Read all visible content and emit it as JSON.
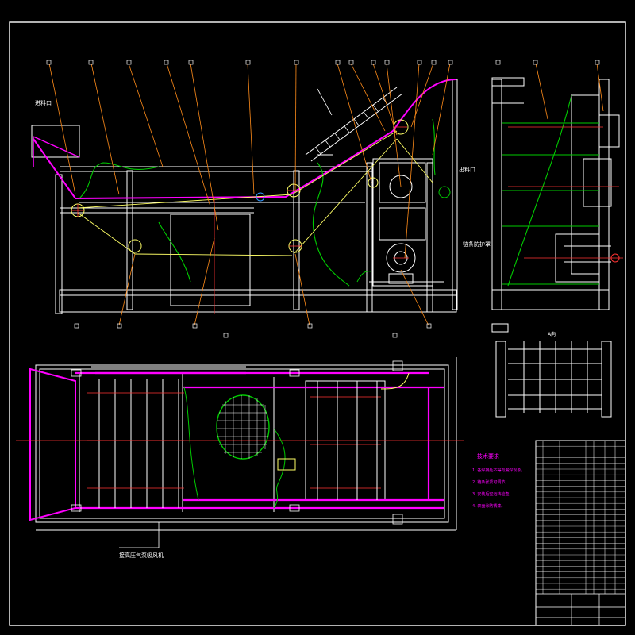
{
  "colors": {
    "background": "#000000",
    "frame": "#ffffff",
    "leader": "#ff8c1a",
    "belt": "#ff00ff",
    "contour": "#00cc00",
    "chain": "#ffff66",
    "shaft": "#ff3333",
    "accent_blue": "#3399ff",
    "notes": "#ff00ff"
  },
  "labels": {
    "side_inlet": "进料口",
    "side_outlet": "出料口",
    "chain_guard": "链条防护罩",
    "plan_note": "接高压气泵吸风机",
    "end_view_caption": "A向"
  },
  "notes": {
    "title": "技术要求",
    "items": [
      "1. 各焊接处不得有漏焊现象。",
      "2. 链条张紧可调节。",
      "3. 安装后空运转检查。",
      "4. 表面涂防锈漆。"
    ]
  }
}
